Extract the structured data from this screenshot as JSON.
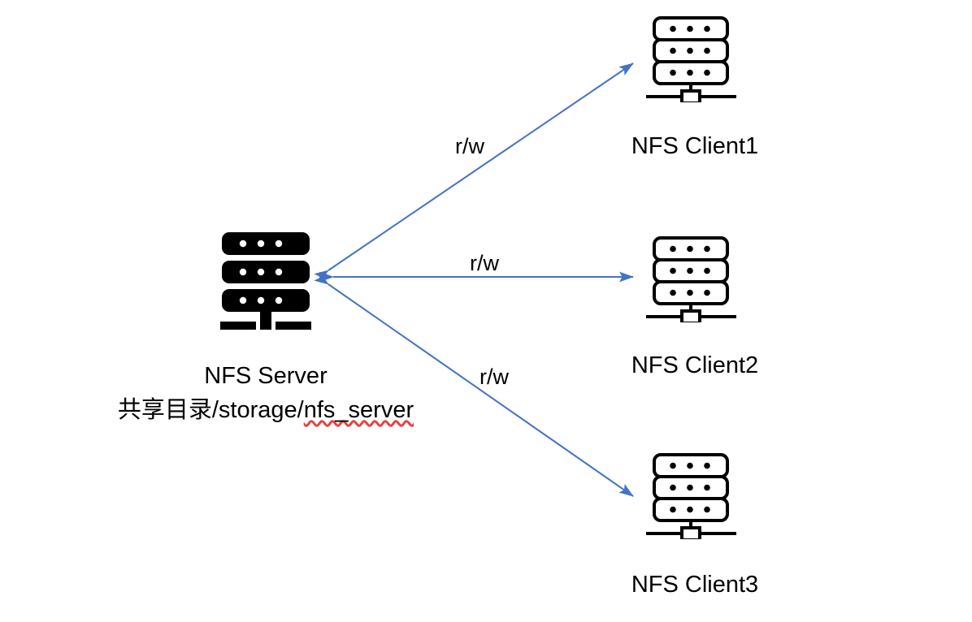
{
  "diagram": {
    "title": "NFS Server and Clients topology",
    "background_color": "#ffffff",
    "edge_color": "#4472c4",
    "node_color": "#000000",
    "spellcheck_underline_color": "#e8413c"
  },
  "server": {
    "icon": "server-rack-icon",
    "label_line1": "NFS Server",
    "label_line2_prefix": "共享目录/storage/",
    "label_line2_path": "nfs_server"
  },
  "clients": [
    {
      "icon": "network-server-icon",
      "label": "NFS Client1"
    },
    {
      "icon": "network-server-icon",
      "label": "NFS Client2"
    },
    {
      "icon": "network-server-icon",
      "label": "NFS Client3"
    }
  ],
  "edges": [
    {
      "label": "r/w",
      "from": "NFS Server",
      "to": "NFS Client1",
      "direction": "bidirectional"
    },
    {
      "label": "r/w",
      "from": "NFS Server",
      "to": "NFS Client2",
      "direction": "bidirectional"
    },
    {
      "label": "r/w",
      "from": "NFS Server",
      "to": "NFS Client3",
      "direction": "bidirectional"
    }
  ]
}
